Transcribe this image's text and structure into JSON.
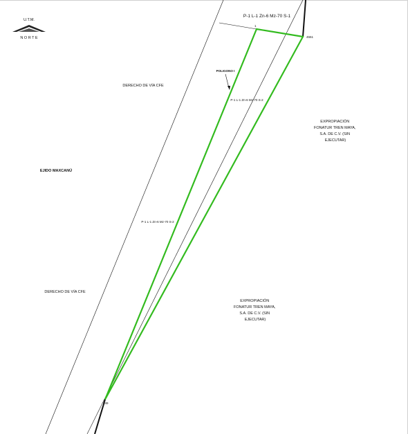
{
  "north": {
    "top": "U.T.M.",
    "bottom": "N O R T E"
  },
  "labels": {
    "parcel_top": "P-1 L-1 Zn-6 Mz-70 S-1",
    "poligono": "POLIGONO I",
    "parcel_inner": "P-1 L-1 Zn-6 Mz-70 S-2",
    "parcel_left": "P-1 L-1 Zn-6 Mz-70 S-2",
    "derecho_top": "DERECHO DE VÍA CFE",
    "derecho_bottom": "DERECHO DE VÍA CFE",
    "ejido": "EJIDO MAXCANÚ",
    "vertex_1": "1",
    "vertex_4551": "4551",
    "vertex_849": "849"
  },
  "expropiacion_top": [
    "EXPROPIACIÓN",
    "FONATUR TREN MAYA,",
    "S.A. DE C.V. (SIN",
    "EJECUTAR)"
  ],
  "expropiacion_bottom": [
    "EXPROPIACIÓN",
    "FONATUR TREN MAYA,",
    "S.A. DE C.V. (SIN",
    "EJECUTAR)"
  ],
  "colors": {
    "polygon": "#33bb1f",
    "line": "#111111"
  }
}
